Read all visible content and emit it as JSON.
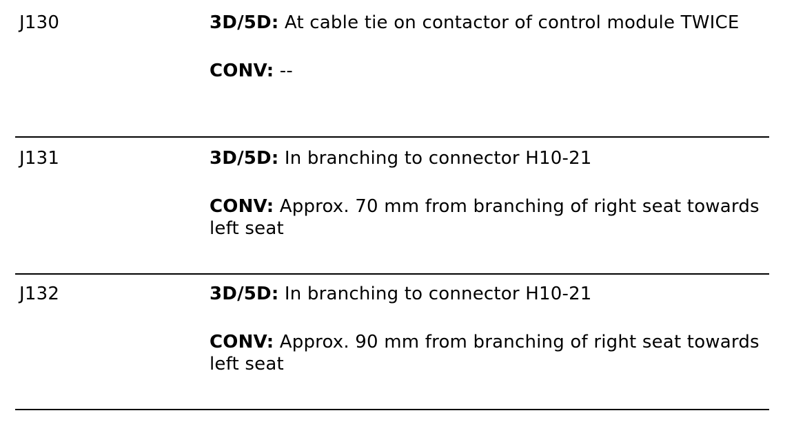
{
  "entries": [
    {
      "code": "J130",
      "d3_label": "3D/5D:",
      "d3_text": "At cable tie on contactor of control module TWICE",
      "conv_label": "CONV:",
      "conv_text": "--"
    },
    {
      "code": "J131",
      "d3_label": "3D/5D:",
      "d3_text": "In branching to connector H10-21",
      "conv_label": "CONV:",
      "conv_text": "Approx. 70 mm from branching of right seat towards left seat"
    },
    {
      "code": "J132",
      "d3_label": "3D/5D:",
      "d3_text": "In branching to connector H10-21",
      "conv_label": "CONV:",
      "conv_text": "Approx. 90 mm from branching of right seat towards left seat"
    }
  ]
}
